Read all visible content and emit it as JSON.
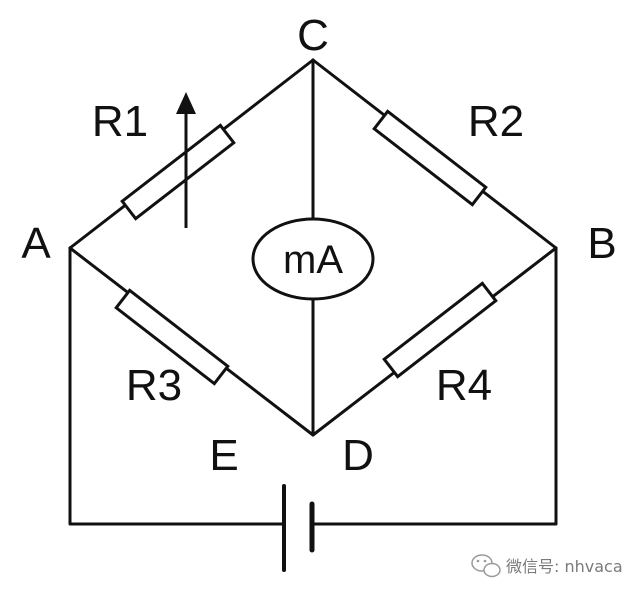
{
  "diagram": {
    "nodes": {
      "A": "A",
      "B": "B",
      "C": "C",
      "D": "D",
      "E": "E"
    },
    "resistors": {
      "r1": "R1",
      "r2": "R2",
      "r3": "R3",
      "r4": "R4"
    },
    "meter": "mA",
    "ink_color": "#111111"
  },
  "watermark": {
    "text": "微信号: nhvaca"
  }
}
